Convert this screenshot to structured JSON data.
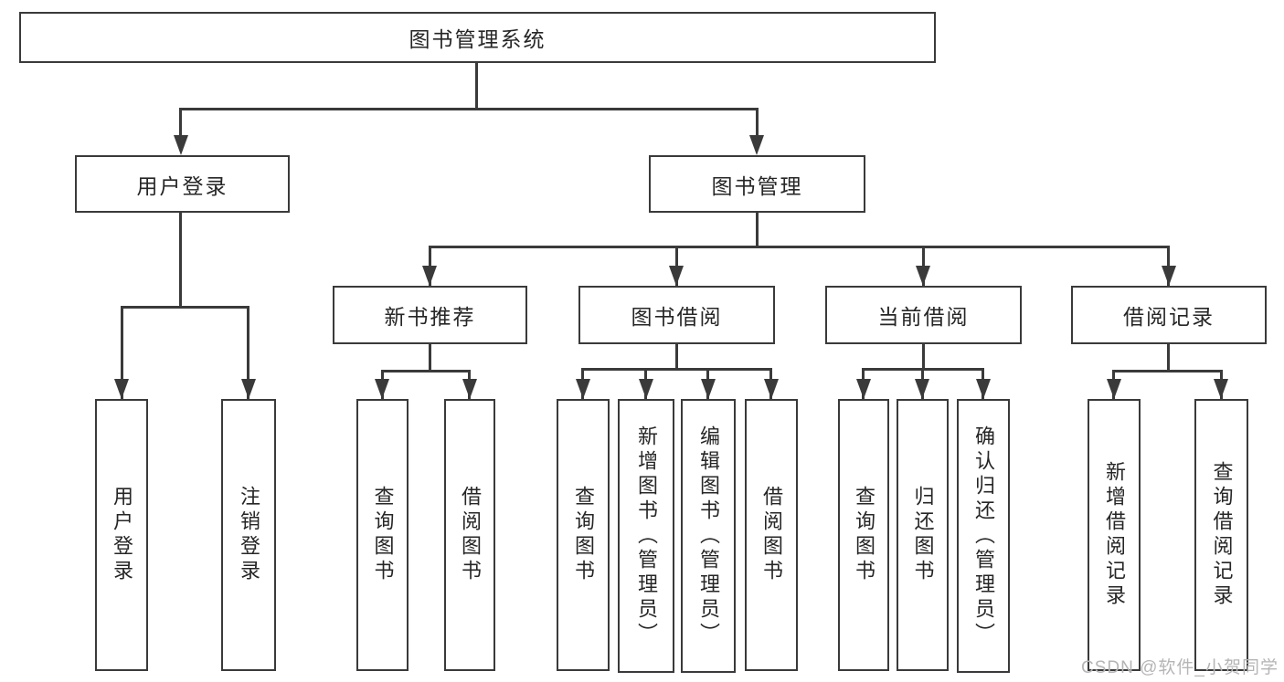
{
  "diagram_title": "图书管理系统",
  "nodes": {
    "root": "图书管理系统",
    "user_login": "用户登录",
    "book_management": "图书管理",
    "new_book_recommend": "新书推荐",
    "book_borrow": "图书借阅",
    "current_borrow": "当前借阅",
    "borrow_records": "借阅记录",
    "login": "用户登录",
    "logout": "注销登录",
    "nb_query": "查询图书",
    "nb_borrow": "借阅图书",
    "bb_query": "查询图书",
    "bb_add": "新增图书（管理员）",
    "bb_edit": "编辑图书（管理员）",
    "bb_borrow": "借阅图书",
    "cb_query": "查询图书",
    "cb_return": "归还图书",
    "cb_confirm": "确认归还（管理员）",
    "br_add": "新增借阅记录",
    "br_query": "查询借阅记录"
  },
  "hierarchy": {
    "图书管理系统": {
      "用户登录": [
        "用户登录",
        "注销登录"
      ],
      "图书管理": {
        "新书推荐": [
          "查询图书",
          "借阅图书"
        ],
        "图书借阅": [
          "查询图书",
          "新增图书（管理员）",
          "编辑图书（管理员）",
          "借阅图书"
        ],
        "当前借阅": [
          "查询图书",
          "归还图书",
          "确认归还（管理员）"
        ],
        "借阅记录": [
          "新增借阅记录",
          "查询借阅记录"
        ]
      }
    }
  },
  "watermark": {
    "text": "CSDN @软件_小贺同学",
    "color": "#b5b5b5"
  },
  "colors": {
    "background": "#ffffff",
    "line": "#3a3a3a",
    "box_border": "#3a3a3a",
    "text": "#262626"
  }
}
